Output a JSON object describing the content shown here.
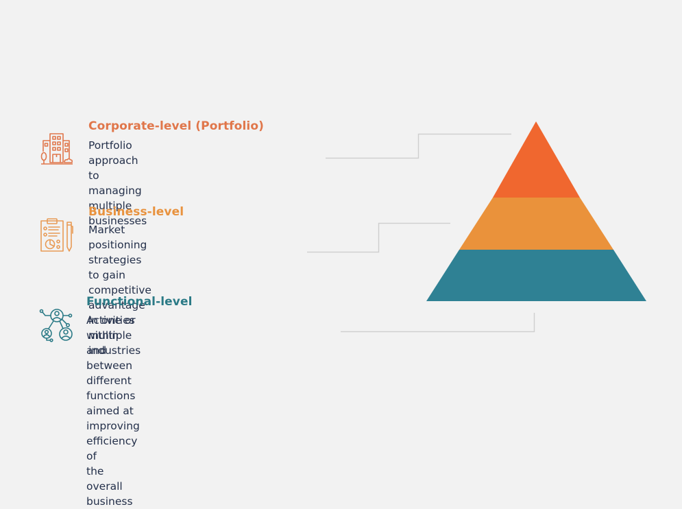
{
  "colors": {
    "background": "#f2f2f2",
    "corporate": "#f0672f",
    "business": "#ea923b",
    "functional": "#2f8194",
    "functional_title": "#2b7a86",
    "text": "#24304a",
    "connector": "#cfcfcf"
  },
  "levels": [
    {
      "id": "corporate",
      "title": "Corporate-level (Portfolio)",
      "description": "Portfolio approach to managing multiple\nbusinesses",
      "icon": "office-buildings-icon"
    },
    {
      "id": "business",
      "title": "Business-level",
      "description": "Market positioning strategies to gain\ncompetitive advantage in one or\nmultiple industries",
      "icon": "clipboard-chart-pen-icon"
    },
    {
      "id": "functional",
      "title": "Functional-level",
      "description": "Activities within and between different\nfunctions aimed at improving efficiency of\nthe overall business",
      "icon": "people-network-icon"
    }
  ],
  "pyramid": {
    "tiers_top_to_bottom": [
      "corporate",
      "business",
      "functional"
    ]
  }
}
